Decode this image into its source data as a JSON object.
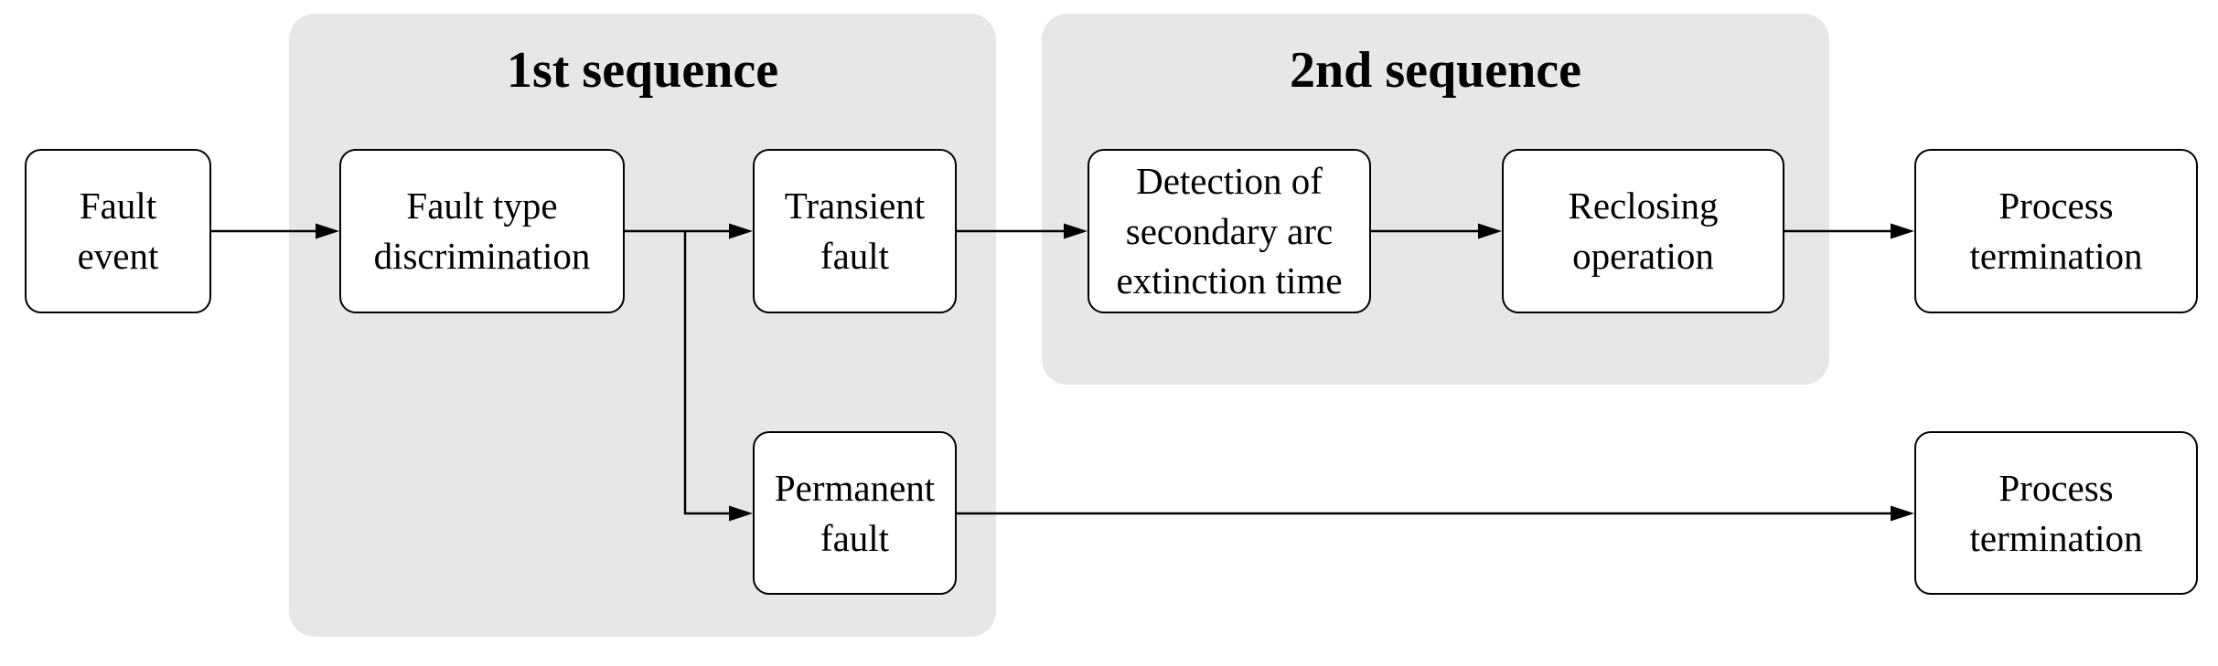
{
  "figure": {
    "background": "#ffffff",
    "region_fill": "#e7e7e7",
    "node_fill": "#ffffff",
    "line_color": "#000000"
  },
  "regions": [
    {
      "id": "seq1",
      "label": "1st sequence"
    },
    {
      "id": "seq2",
      "label": "2nd sequence"
    }
  ],
  "nodes": {
    "fault_event": {
      "label": "Fault\nevent"
    },
    "fault_type_discrimination": {
      "label": "Fault type\ndiscrimination"
    },
    "transient_fault": {
      "label": "Transient\nfault"
    },
    "detection_secondary_arc": {
      "label": "Detection of\nsecondary arc\nextinction time"
    },
    "reclosing_operation": {
      "label": "Reclosing\noperation"
    },
    "process_termination_top": {
      "label": "Process\ntermination"
    },
    "permanent_fault": {
      "label": "Permanent\nfault"
    },
    "process_termination_bottom": {
      "label": "Process\ntermination"
    }
  },
  "edges": [
    {
      "id": "fault-event-to-discrimination",
      "from": "fault_event",
      "to": "fault_type_discrimination"
    },
    {
      "id": "discrimination-to-transient",
      "from": "fault_type_discrimination",
      "to": "transient_fault"
    },
    {
      "id": "discrimination-to-permanent",
      "from": "fault_type_discrimination",
      "to": "permanent_fault"
    },
    {
      "id": "transient-to-detection",
      "from": "transient_fault",
      "to": "detection_secondary_arc"
    },
    {
      "id": "detection-to-reclosing",
      "from": "detection_secondary_arc",
      "to": "reclosing_operation"
    },
    {
      "id": "reclosing-to-termination",
      "from": "reclosing_operation",
      "to": "process_termination_top"
    },
    {
      "id": "permanent-to-termination",
      "from": "permanent_fault",
      "to": "process_termination_bottom"
    }
  ]
}
